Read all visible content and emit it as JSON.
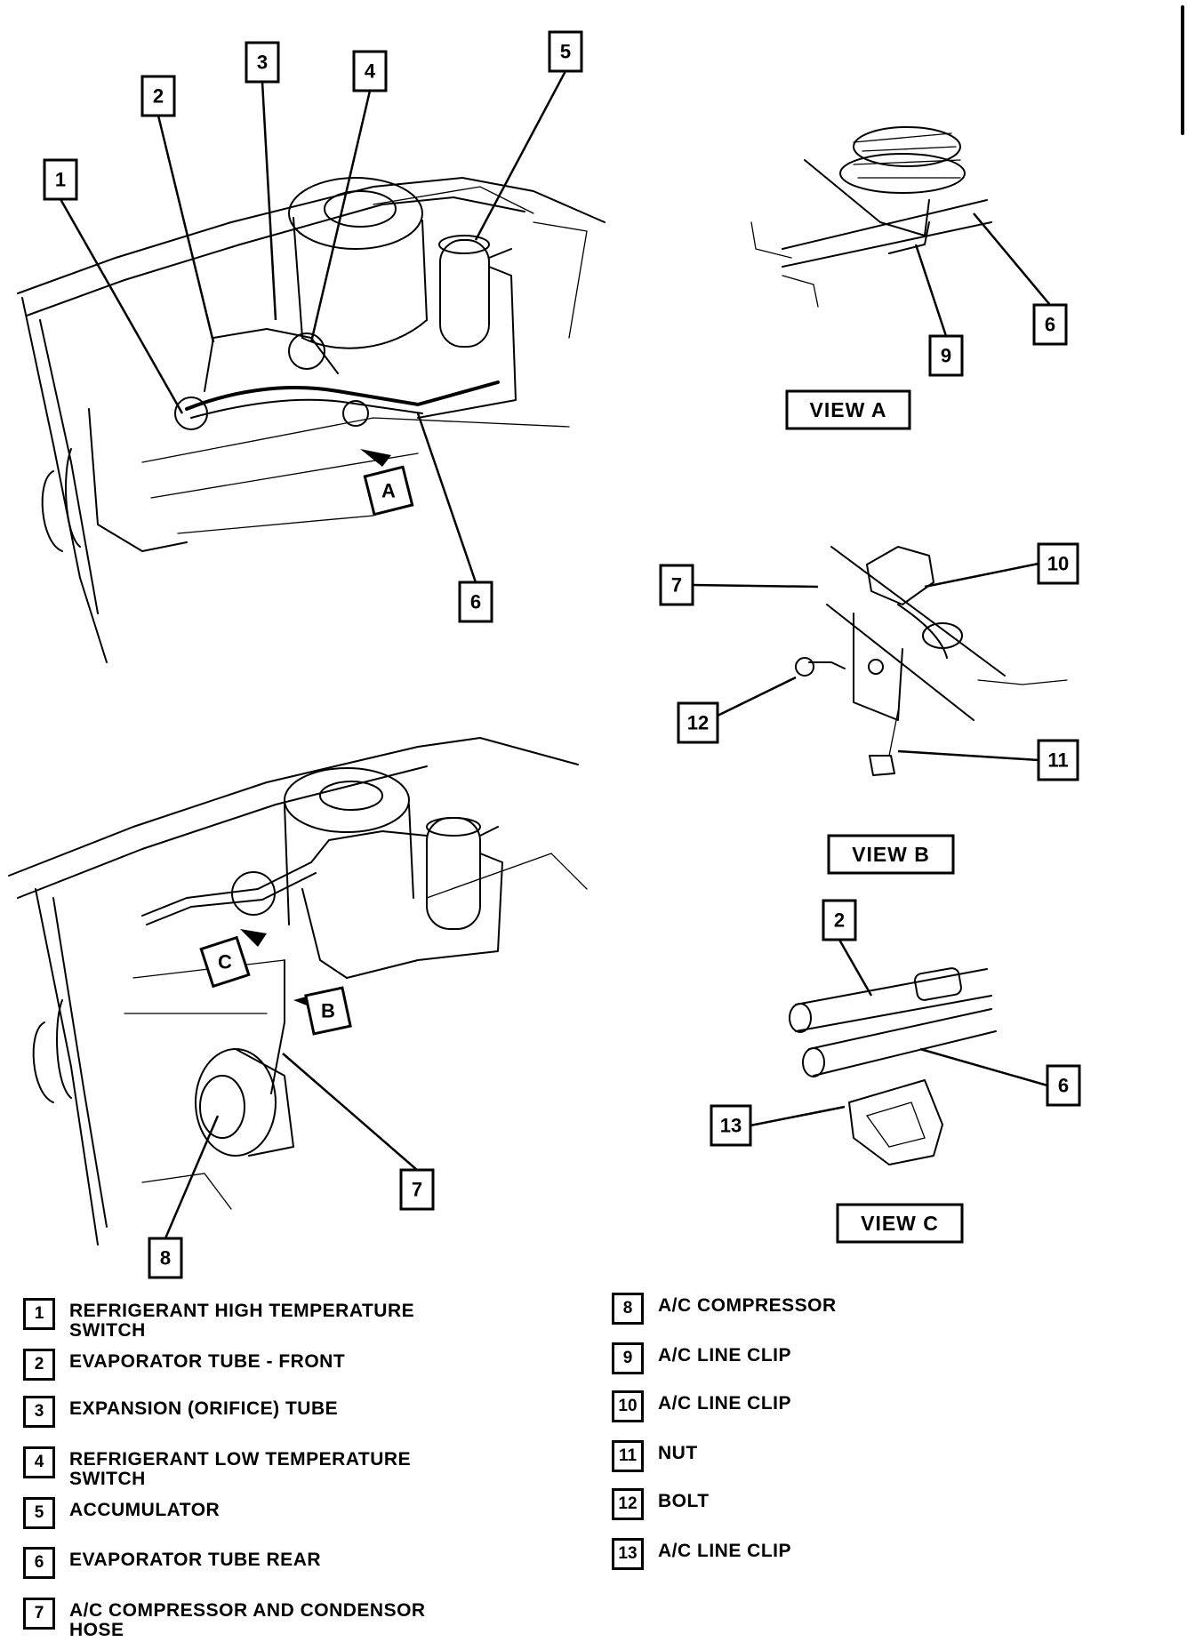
{
  "callouts": {
    "c1": "1",
    "c2": "2",
    "c3": "3",
    "c4": "4",
    "c5": "5",
    "c6": "6",
    "c6b": "6",
    "c6c": "6",
    "c7": "7",
    "c7b": "7",
    "c8": "8",
    "c9": "9",
    "c10": "10",
    "c11": "11",
    "c12": "12",
    "c13": "13",
    "c2c": "2"
  },
  "arrow_tags": {
    "a": "A",
    "b": "B",
    "c": "C"
  },
  "views": {
    "a": "VIEW A",
    "b": "VIEW B",
    "c": "VIEW C"
  },
  "legend": [
    {
      "num": "1",
      "label": "REFRIGERANT HIGH TEMPERATURE\nSWITCH"
    },
    {
      "num": "2",
      "label": "EVAPORATOR TUBE - FRONT"
    },
    {
      "num": "3",
      "label": "EXPANSION (ORIFICE) TUBE"
    },
    {
      "num": "4",
      "label": "REFRIGERANT LOW TEMPERATURE\nSWITCH"
    },
    {
      "num": "5",
      "label": "ACCUMULATOR"
    },
    {
      "num": "6",
      "label": "EVAPORATOR TUBE REAR"
    },
    {
      "num": "7",
      "label": "A/C COMPRESSOR AND CONDENSOR\nHOSE"
    },
    {
      "num": "8",
      "label": "A/C COMPRESSOR"
    },
    {
      "num": "9",
      "label": "A/C LINE CLIP"
    },
    {
      "num": "10",
      "label": "A/C LINE CLIP"
    },
    {
      "num": "11",
      "label": "NUT"
    },
    {
      "num": "12",
      "label": "BOLT"
    },
    {
      "num": "13",
      "label": "A/C LINE CLIP"
    }
  ]
}
